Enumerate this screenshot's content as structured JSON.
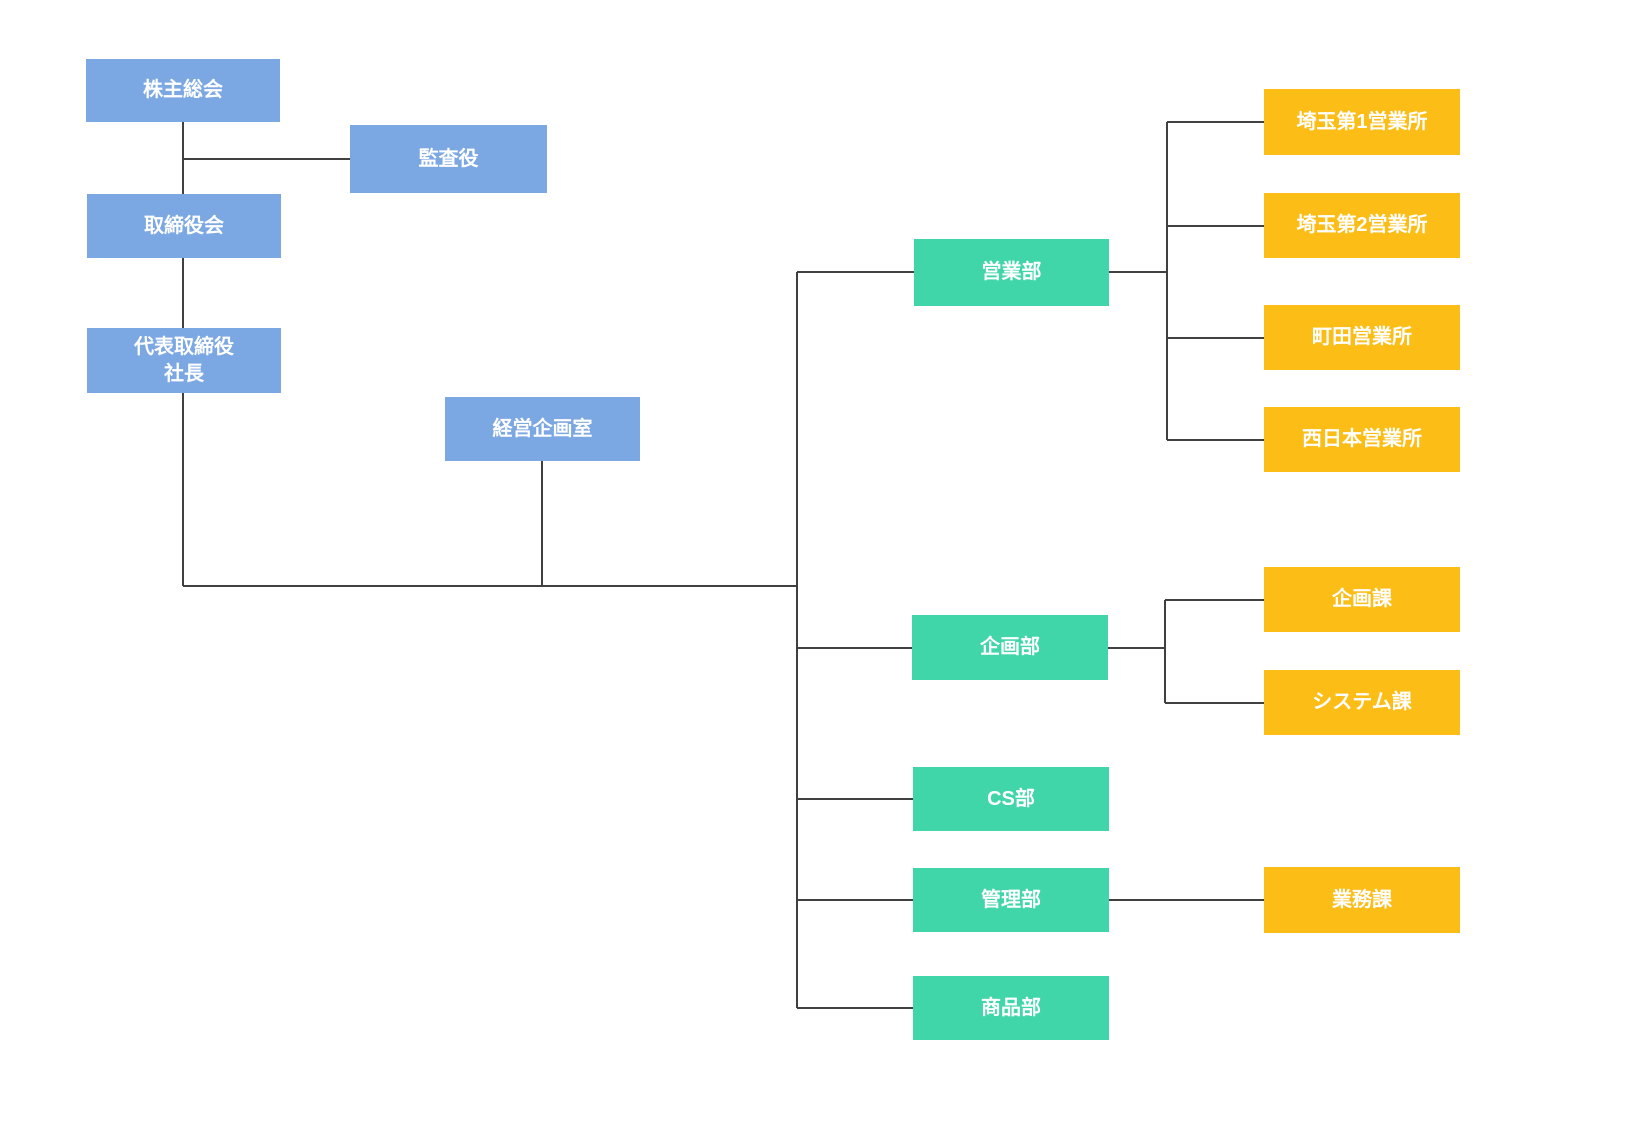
{
  "org_chart": {
    "governance": {
      "shareholders_meeting": "株主総会",
      "auditor": "監査役",
      "board_of_directors": "取締役会",
      "president": "代表取締役\n社長",
      "corporate_planning_office": "経営企画室"
    },
    "departments": {
      "sales": "営業部",
      "planning": "企画部",
      "cs": "CS部",
      "admin": "管理部",
      "product": "商品部"
    },
    "sections": {
      "saitama_office_1": "埼玉第1営業所",
      "saitama_office_2": "埼玉第2営業所",
      "machida_office": "町田営業所",
      "west_japan_office": "西日本営業所",
      "planning_section": "企画課",
      "system_section": "システム課",
      "operations_section": "業務課"
    },
    "colors": {
      "governance_fill": "#7BA7E3",
      "department_fill": "#41D6A9",
      "section_fill": "#FBBD16",
      "connector": "#404040",
      "text": "#FFFFFF",
      "background": "#FFFFFF"
    }
  }
}
